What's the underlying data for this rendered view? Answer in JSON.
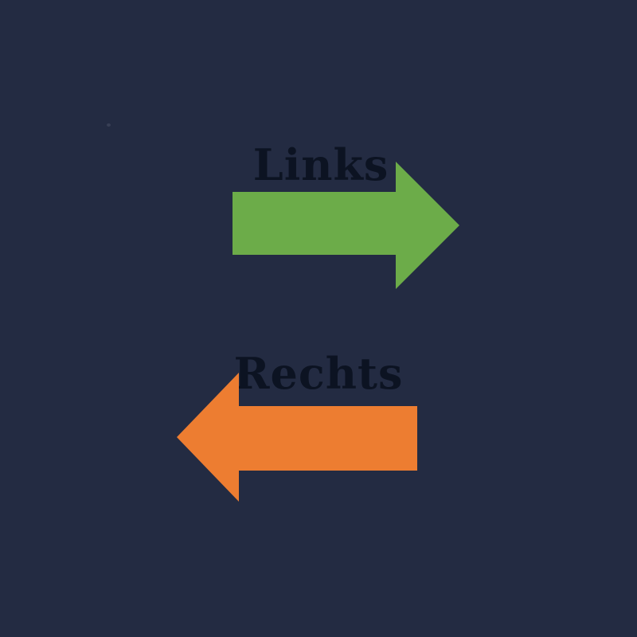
{
  "page": {
    "background_color": "#232B42",
    "label_text_color": "#0C1322"
  },
  "arrows": [
    {
      "label": "Links",
      "direction": "right",
      "color": "#6CAC49"
    },
    {
      "label": "Rechts",
      "direction": "left",
      "color": "#ED7D31"
    }
  ]
}
